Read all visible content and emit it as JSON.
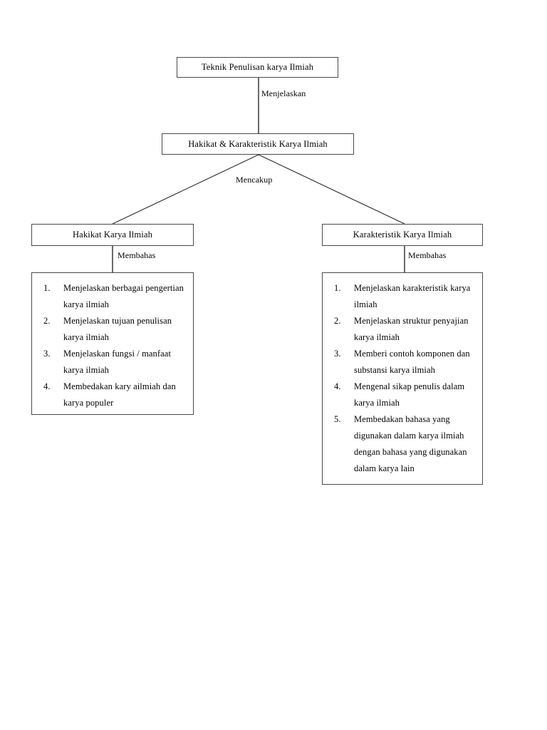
{
  "diagram": {
    "title": "Teknik Penulisan karya Ilmiah",
    "nodes": {
      "root": "Teknik Penulisan karya Ilmiah",
      "level2": "Hakikat & Karakteristik Karya Ilmiah",
      "hakikat": "Hakikat Karya Ilmiah",
      "karakteristik": "Karakteristik Karya Ilmiah"
    },
    "edge_labels": {
      "root_to_level2": "Menjelaskan",
      "level2_to_children": "Mencakup",
      "hakikat_to_list": "Membahas",
      "karakteristik_to_list": "Membahas"
    },
    "lists": {
      "hakikat_items": [
        "Menjelaskan berbagai pengertian karya ilmiah",
        "Menjelaskan tujuan penulisan karya ilmiah",
        "Menjelaskan fungsi / manfaat karya ilmiah",
        "Membedakan kary ailmiah dan karya populer"
      ],
      "karakteristik_items": [
        "Menjelaskan karakteristik karya ilmiah",
        "Menjelaskan struktur penyajian karya ilmiah",
        "Memberi contoh komponen dan substansi karya ilmiah",
        "Mengenal sikap penulis dalam karya ilmiah",
        "Membedakan bahasa yang digunakan dalam karya ilmiah dengan bahasa yang digunakan dalam karya lain"
      ]
    },
    "colors": {
      "background": "#ffffff",
      "border": "#4a4a4a",
      "text": "#000000",
      "connector": "#2b2b2b"
    }
  }
}
